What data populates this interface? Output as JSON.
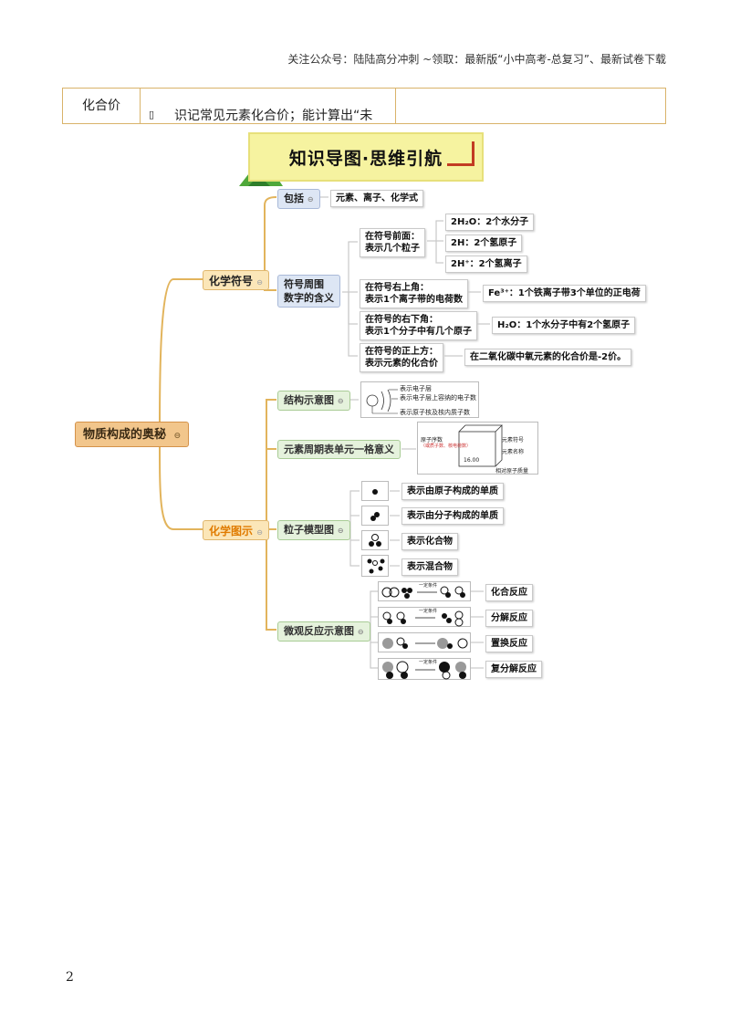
{
  "header": {
    "text": "关注公众号：陆陆高分冲刺  ~领取：最新版“小中高考-总复习”、最新试卷下载"
  },
  "table": {
    "label": "化合价",
    "checkbox": "▯",
    "content": "识记常见元素化合价；能计算出“未"
  },
  "mindmap": {
    "banner_title": "知识导图·思维引航",
    "root": "物质构成的奥秘",
    "branch_symbol": {
      "label": "化学符号",
      "include": {
        "label": "包括",
        "leaf": "元素、离子、化学式"
      },
      "meaning": {
        "label_line1": "符号周围",
        "label_line2": "数字的含义",
        "front": {
          "line1": "在符号前面：",
          "line2": "表示几个粒子",
          "leaves": [
            "2H₂O：2个水分子",
            "2H：2个氢原子",
            "2H⁺：2个氢离子"
          ]
        },
        "upper_right": {
          "line1": "在符号右上角：",
          "line2": "表示1个离子带的电荷数",
          "leaf": "Fe³⁺：1个铁离子带3个单位的正电荷"
        },
        "lower_right": {
          "line1": "在符号的右下角：",
          "line2": "表示1个分子中有几个原子",
          "leaf": "H₂O：1个水分子中有2个氢原子"
        },
        "above": {
          "line1": "在符号的正上方：",
          "line2": "表示元素的化合价",
          "leaf": "在二氧化碳中氧元素的化合价是-2价。"
        }
      }
    },
    "branch_diagram": {
      "label": "化学图示",
      "structure": {
        "label": "结构示意图",
        "img_labels": [
          "表示电子层",
          "表示电子层上容纳的电子数",
          "表示原子核及核内质子数"
        ]
      },
      "periodic": {
        "label": "元素周期表单元一格意义",
        "img_labels": [
          "原子序数",
          "（或质子数、核电荷数）",
          "元素符号",
          "元素名称",
          "相对原子质量",
          "16.00"
        ]
      },
      "model": {
        "label": "粒子模型图",
        "leaves": [
          "表示由原子构成的单质",
          "表示由分子构成的单质",
          "表示化合物",
          "表示混合物"
        ]
      },
      "reaction": {
        "label": "微观反应示意图",
        "condition": "一定条件",
        "leaves": [
          "化合反应",
          "分解反应",
          "置换反应",
          "复分解反应"
        ]
      }
    }
  },
  "page_number": "2"
}
